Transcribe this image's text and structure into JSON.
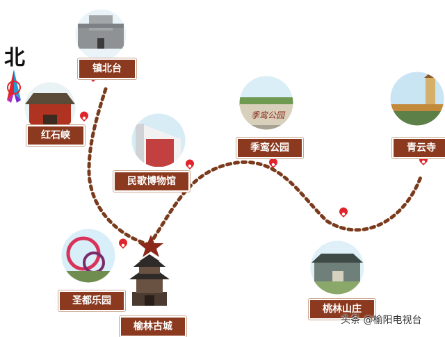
{
  "map": {
    "north_label": "北",
    "watermark": "头条 @榆阳电视台",
    "colors": {
      "route": "#7a3a1c",
      "label_bg": "#8b3a1f",
      "marker": "#e0242b",
      "star": "#8b2a1a"
    },
    "places": [
      {
        "id": "zhenbeitai",
        "label": "镇北台"
      },
      {
        "id": "hongshixia",
        "label": "红石峡"
      },
      {
        "id": "minge",
        "label": "民歌博物馆"
      },
      {
        "id": "jiluan",
        "label": "季鸾公园"
      },
      {
        "id": "qingyun",
        "label": "青云寺"
      },
      {
        "id": "shengdu",
        "label": "圣都乐园"
      },
      {
        "id": "yulin",
        "label": "榆林古城"
      },
      {
        "id": "taolin",
        "label": "桃林山庄"
      }
    ],
    "photo_texts": {
      "jiluan_sign": "季鸾公园"
    }
  }
}
